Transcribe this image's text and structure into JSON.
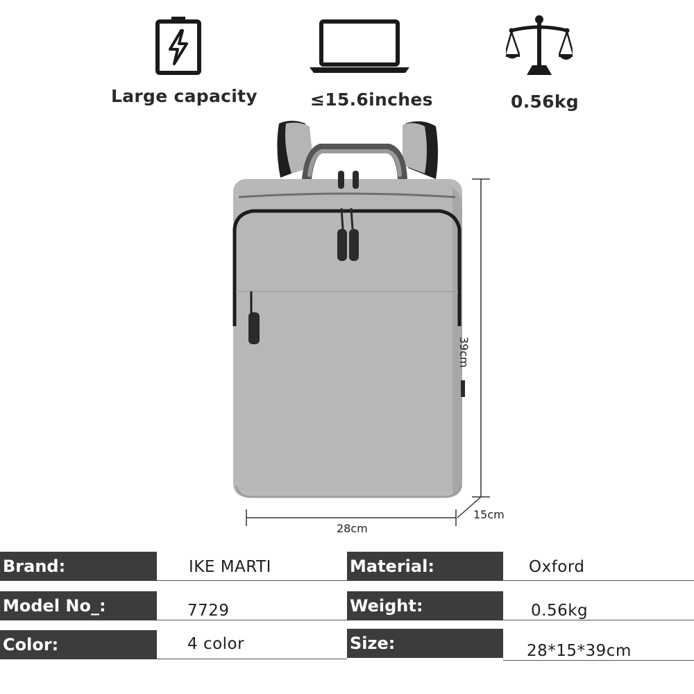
{
  "features": [
    {
      "icon": "battery-bolt-icon",
      "label": "Large capacity"
    },
    {
      "icon": "laptop-icon",
      "label": "≤15.6inches"
    },
    {
      "icon": "scale-icon",
      "label": "0.56kg"
    }
  ],
  "product": {
    "body_color": "#b9b9b9",
    "trim_color": "#1f1f1f",
    "dimensions": {
      "height": "39cm",
      "width": "28cm",
      "depth": "15cm"
    }
  },
  "specs": [
    {
      "label": "Brand:",
      "value": "IKE MARTI"
    },
    {
      "label": "Material:",
      "value": "Oxford"
    },
    {
      "label": "Model No_:",
      "value": "7729"
    },
    {
      "label": "Weight:",
      "value": "0.56kg"
    },
    {
      "label": "Color:",
      "value": "4 color"
    },
    {
      "label": "Size:",
      "value": "28*15*39cm"
    }
  ]
}
